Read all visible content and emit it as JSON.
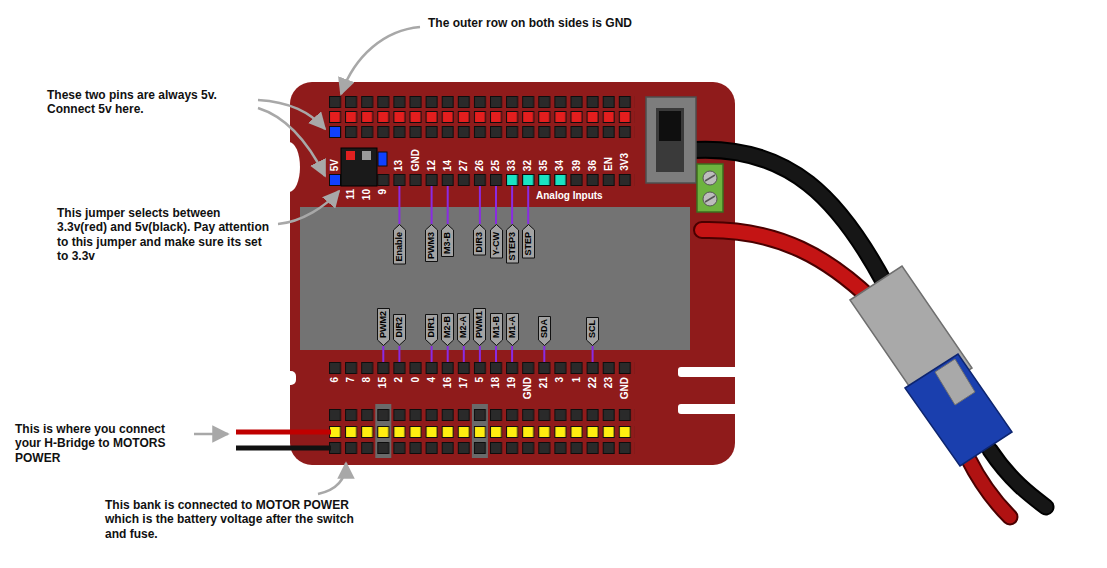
{
  "diagram": {
    "nodes": [
      {
        "text": [
          "Enable"
        ]
      },
      {
        "text": [
          "PWM3"
        ]
      },
      {
        "text": [
          "M3-B"
        ]
      },
      {
        "text": [
          "DIR3"
        ]
      },
      {
        "text": [
          "Y-CW"
        ]
      },
      {
        "text": [
          "STEP3"
        ]
      },
      {
        "text": [
          "STEP"
        ]
      },
      {
        "text": [
          "PWM2"
        ]
      },
      {
        "text": [
          "DIR2"
        ]
      },
      {
        "text": [
          "DIR1"
        ]
      },
      {
        "text": [
          "M2-B"
        ]
      },
      {
        "text": [
          "M2-A"
        ]
      },
      {
        "text": [
          "PWM1"
        ]
      },
      {
        "text": [
          "M1-B"
        ]
      },
      {
        "text": [
          "M1-A"
        ]
      },
      {
        "text": [
          "SDA"
        ]
      },
      {
        "text": [
          "SCL"
        ]
      }
    ],
    "labels": [
      "The outer row on both sides is GND",
      "These two pins are always 5v. Connect 5v here.",
      "5V",
      "13",
      "GND",
      "12",
      "14",
      "27",
      "26",
      "25",
      "33",
      "32",
      "35",
      "34",
      "39",
      "36",
      "EN",
      "3V3",
      "This jumper selects between 3.3v(red) and 5v(black). Pay attention to this jumper and make sure its set to 3.3v",
      "11",
      "10",
      "9",
      "Analog Inputs",
      "6",
      "7",
      "8",
      "15",
      "2",
      "0",
      "4",
      "16",
      "17",
      "5",
      "18",
      "19",
      "GND",
      "21",
      "3",
      "1",
      "22",
      "23",
      "GND",
      "This is where you connect your H-Bridge to MOTORS POWER",
      "This bank is connected to MOTOR POWER which is the battery voltage after the switch and fuse."
    ]
  }
}
